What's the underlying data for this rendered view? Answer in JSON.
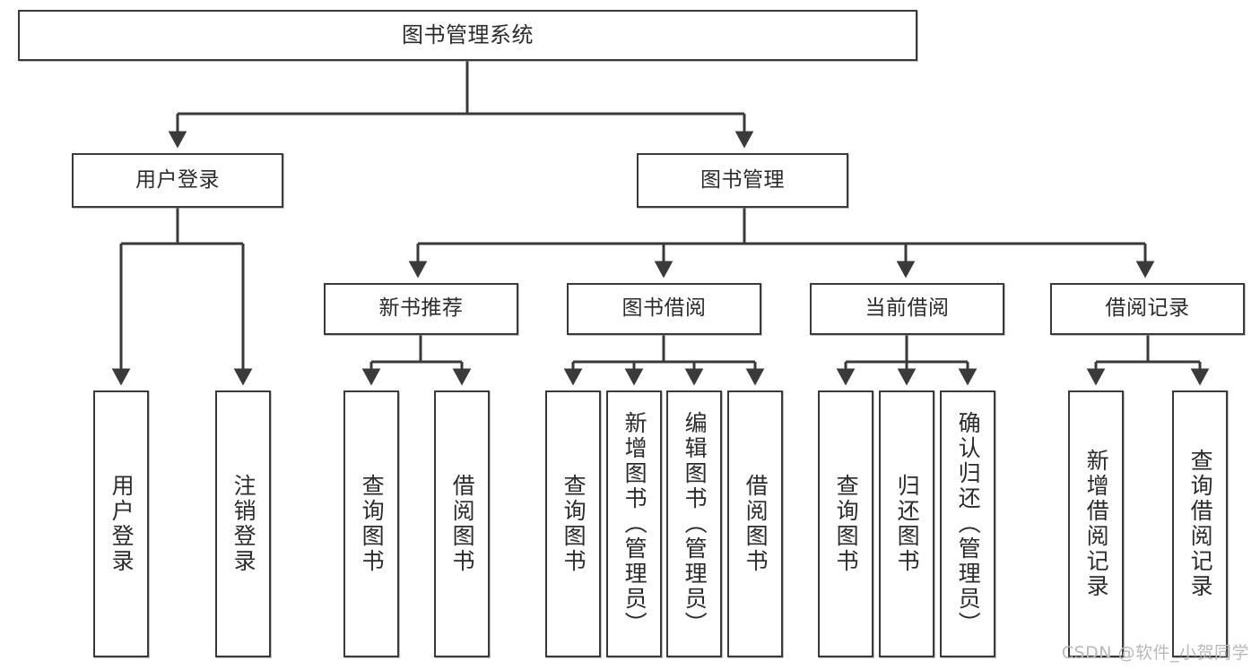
{
  "diagram": {
    "title": "图书管理系统",
    "watermark": "CSDN @软件_小贺同学",
    "colors": {
      "box_border": "#3a3a3a",
      "box_fill": "#ffffff",
      "edge": "#3a3a3a",
      "text": "#2b2b2b",
      "watermark": "#b9b9b9",
      "background": "#ffffff"
    },
    "root": {
      "label": "图书管理系统"
    },
    "level2": [
      {
        "label": "用户登录"
      },
      {
        "label": "图书管理"
      }
    ],
    "level3": [
      {
        "label": "新书推荐"
      },
      {
        "label": "图书借阅"
      },
      {
        "label": "当前借阅"
      },
      {
        "label": "借阅记录"
      }
    ],
    "leaves": {
      "user_login": [
        {
          "label": "用户登录"
        },
        {
          "label": "注销登录"
        }
      ],
      "new_book_recommend": [
        {
          "label": "查询图书"
        },
        {
          "label": "借阅图书"
        }
      ],
      "book_borrow": [
        {
          "label": "查询图书"
        },
        {
          "label": "新增图书（管理员）"
        },
        {
          "label": "编辑图书（管理员）"
        },
        {
          "label": "借阅图书"
        }
      ],
      "current_borrow": [
        {
          "label": "查询图书"
        },
        {
          "label": "归还图书"
        },
        {
          "label": "确认归还（管理员）"
        }
      ],
      "borrow_record": [
        {
          "label": "新增借阅记录"
        },
        {
          "label": "查询借阅记录"
        }
      ]
    }
  }
}
